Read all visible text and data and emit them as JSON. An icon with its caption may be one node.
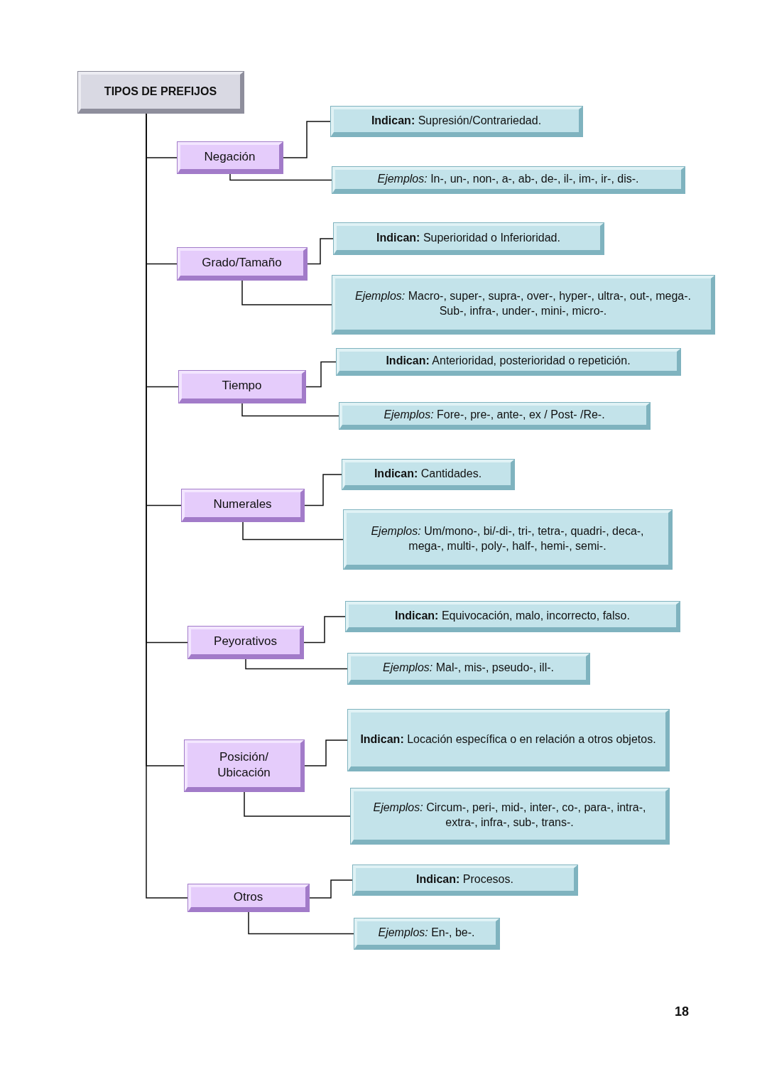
{
  "diagram": {
    "nodes": [
      {
        "text": [
          "TIPOS DE PREFIJOS"
        ]
      },
      {
        "text": [
          "Negación"
        ]
      },
      {
        "text": [
          "**Indican:** Supresión/Contrariedad."
        ]
      },
      {
        "text": [
          "*Ejemplos:* In-, un-, non-, a-, ab-, de-, il-, im-, ir-, dis-."
        ]
      },
      {
        "text": [
          "Grado/Tamaño"
        ]
      },
      {
        "text": [
          "**Indican:** Superioridad o Inferioridad."
        ]
      },
      {
        "text": [
          "*Ejemplos:* Macro-, super-, supra-, over-, hyper-, ultra-, out-, mega-. Sub-, infra-, under-, mini-, micro-."
        ]
      },
      {
        "text": [
          "Tiempo"
        ]
      },
      {
        "text": [
          "**Indican:** Anterioridad, posterioridad o repetición."
        ]
      },
      {
        "text": [
          "*Ejemplos:* Fore-, pre-, ante-, ex / Post- /Re-."
        ]
      },
      {
        "text": [
          "Numerales"
        ]
      },
      {
        "text": [
          "**Indican:** Cantidades."
        ]
      },
      {
        "text": [
          "*Ejemplos:* Um/mono-, bi/-di-, tri-, tetra-, quadri-, deca-, mega-, multi-, poly-, half-, hemi-, semi-."
        ]
      },
      {
        "text": [
          "Peyorativos"
        ]
      },
      {
        "text": [
          "**Indican:** Equivocación, malo, incorrecto, falso."
        ]
      },
      {
        "text": [
          "*Ejemplos:* Mal-, mis-, pseudo-, ill-."
        ]
      },
      {
        "text": [
          "Posición/ Ubicación"
        ]
      },
      {
        "text": [
          "**Indican:** Locación específica o en relación a otros objetos."
        ]
      },
      {
        "text": [
          "*Ejemplos:* Circum-, peri-, mid-, inter-, co-, para-, intra-, extra-, infra-, sub-, trans-."
        ]
      },
      {
        "text": [
          "Otros"
        ]
      },
      {
        "text": [
          "**Indican:** Procesos."
        ]
      },
      {
        "text": [
          "*Ejemplos:* En-, be-."
        ]
      }
    ],
    "edges": [
      {
        "from": 0,
        "to": 1,
        "arrow": "none"
      },
      {
        "from": 0,
        "to": 4,
        "arrow": "none"
      },
      {
        "from": 0,
        "to": 7,
        "arrow": "none"
      },
      {
        "from": 0,
        "to": 10,
        "arrow": "none"
      },
      {
        "from": 0,
        "to": 13,
        "arrow": "none"
      },
      {
        "from": 0,
        "to": 16,
        "arrow": "none"
      },
      {
        "from": 0,
        "to": 19,
        "arrow": "none"
      },
      {
        "from": 1,
        "to": 2,
        "arrow": "none"
      },
      {
        "from": 1,
        "to": 3,
        "arrow": "none"
      },
      {
        "from": 4,
        "to": 5,
        "arrow": "none"
      },
      {
        "from": 4,
        "to": 6,
        "arrow": "none"
      },
      {
        "from": 7,
        "to": 8,
        "arrow": "none"
      },
      {
        "from": 7,
        "to": 9,
        "arrow": "none"
      },
      {
        "from": 10,
        "to": 11,
        "arrow": "none"
      },
      {
        "from": 10,
        "to": 12,
        "arrow": "none"
      },
      {
        "from": 13,
        "to": 14,
        "arrow": "none"
      },
      {
        "from": 13,
        "to": 15,
        "arrow": "none"
      },
      {
        "from": 16,
        "to": 17,
        "arrow": "none"
      },
      {
        "from": 16,
        "to": 18,
        "arrow": "none"
      },
      {
        "from": 19,
        "to": 20,
        "arrow": "none"
      },
      {
        "from": 19,
        "to": 21,
        "arrow": "none"
      }
    ],
    "labels": [
      "18"
    ]
  }
}
